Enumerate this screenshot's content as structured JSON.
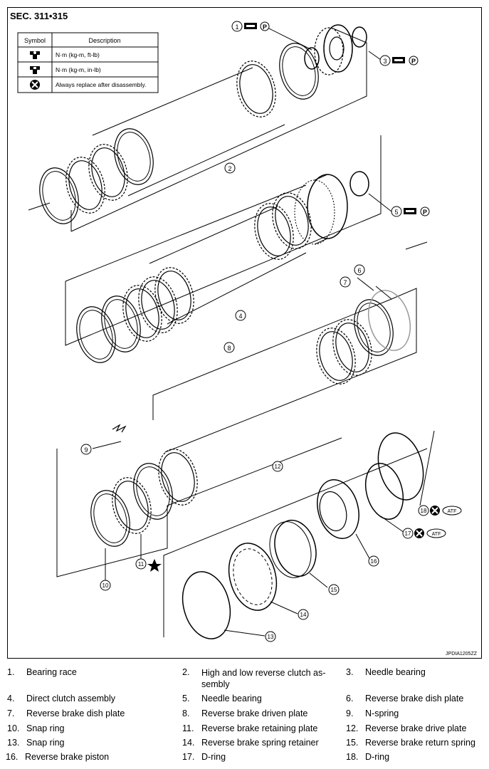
{
  "header": {
    "section": "SEC. 311•315"
  },
  "symbol_table": {
    "col_symbol": "Symbol",
    "col_description": "Description",
    "rows": [
      {
        "icon": "torque-wrench-icon",
        "text": "N·m (kg-m, ft-lb)"
      },
      {
        "icon": "torque-wrench-small-icon",
        "text": "N·m (kg-m, in-lb)"
      },
      {
        "icon": "replace-x-icon",
        "text": "Always replace after disassembly."
      }
    ]
  },
  "callout_badges": {
    "atf": "ATF",
    "petroleum": "P"
  },
  "figure_id": "JPDIA1205ZZ",
  "callouts": [
    "1",
    "2",
    "3",
    "4",
    "5",
    "6",
    "7",
    "8",
    "9",
    "10",
    "11",
    "12",
    "13",
    "14",
    "15",
    "16",
    "17",
    "18"
  ],
  "parts": [
    {
      "num": "1.",
      "name": "Bearing race"
    },
    {
      "num": "2.",
      "name": "High and low reverse clutch as-sembly"
    },
    {
      "num": "3.",
      "name": "Needle bearing"
    },
    {
      "num": "4.",
      "name": "Direct clutch assembly"
    },
    {
      "num": "5.",
      "name": "Needle bearing"
    },
    {
      "num": "6.",
      "name": "Reverse brake dish plate"
    },
    {
      "num": "7.",
      "name": "Reverse brake dish plate"
    },
    {
      "num": "8.",
      "name": "Reverse brake driven plate"
    },
    {
      "num": "9.",
      "name": "N-spring"
    },
    {
      "num": "10.",
      "name": "Snap ring"
    },
    {
      "num": "11.",
      "name": "Reverse brake retaining plate"
    },
    {
      "num": "12.",
      "name": "Reverse brake drive plate"
    },
    {
      "num": "13.",
      "name": "Snap ring"
    },
    {
      "num": "14.",
      "name": "Reverse brake spring retainer"
    },
    {
      "num": "15.",
      "name": "Reverse brake return spring"
    },
    {
      "num": "16.",
      "name": "Reverse brake piston"
    },
    {
      "num": "17.",
      "name": "D-ring"
    },
    {
      "num": "18.",
      "name": "D-ring"
    }
  ]
}
